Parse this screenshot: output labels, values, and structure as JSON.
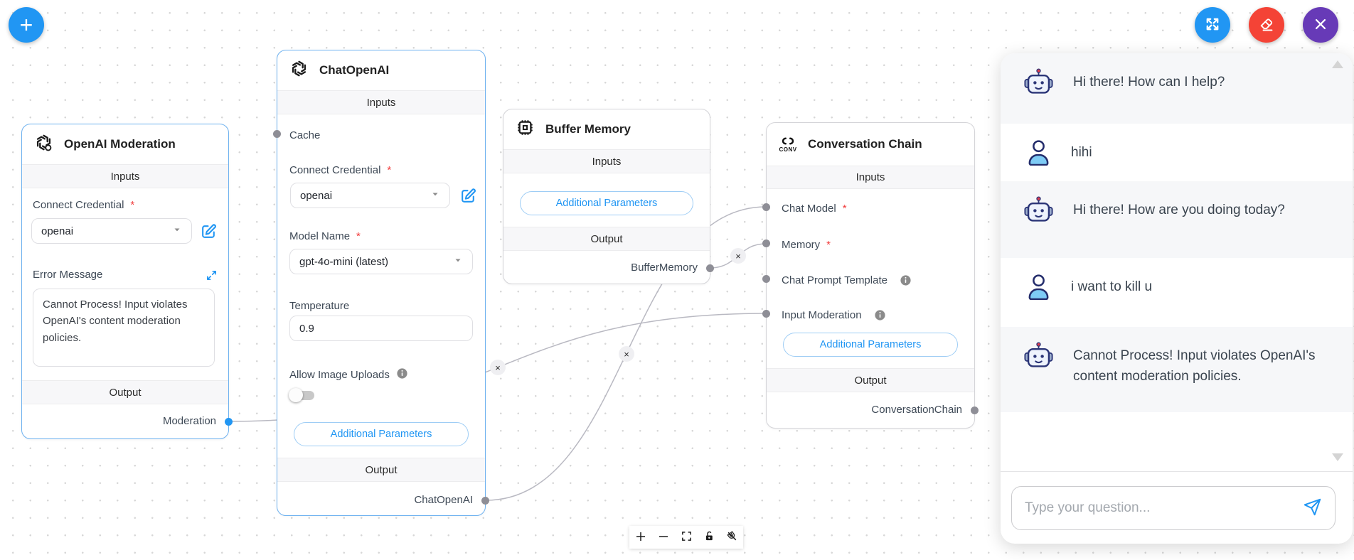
{
  "required_mark": "*",
  "edge_delete_glyph": "×",
  "fab": {
    "add_label": "+"
  },
  "colors": {
    "accent": "#2196f3",
    "clear_button": "#f44336",
    "close_button": "#673ab7",
    "selected_node_border": "#6fb2f0",
    "node_border": "#d4d4d8",
    "edge": "#b9b9c2",
    "bot_row_bg": "#f6f7f9"
  },
  "nodes": {
    "moderation": {
      "title": "OpenAI Moderation",
      "inputs_header": "Inputs",
      "output_header": "Output",
      "connect_credential_label": "Connect Credential",
      "credential_value": "openai",
      "error_message_label": "Error Message",
      "error_message_value": "Cannot Process! Input violates OpenAI's content moderation policies.",
      "output_anchor": "Moderation"
    },
    "chat_openai": {
      "title": "ChatOpenAI",
      "inputs_header": "Inputs",
      "output_header": "Output",
      "cache_label": "Cache",
      "connect_credential_label": "Connect Credential",
      "credential_value": "openai",
      "model_name_label": "Model Name",
      "model_value": "gpt-4o-mini (latest)",
      "temperature_label": "Temperature",
      "temperature_value": "0.9",
      "allow_image_uploads_label": "Allow Image Uploads",
      "allow_image_uploads_enabled": false,
      "additional_parameters_label": "Additional Parameters",
      "output_anchor": "ChatOpenAI"
    },
    "buffer_memory": {
      "title": "Buffer Memory",
      "inputs_header": "Inputs",
      "output_header": "Output",
      "additional_parameters_label": "Additional Parameters",
      "output_anchor": "BufferMemory"
    },
    "conversation_chain": {
      "title": "Conversation Chain",
      "icon_caption": "CONV",
      "inputs_header": "Inputs",
      "output_header": "Output",
      "chat_model_label": "Chat Model",
      "memory_label": "Memory",
      "chat_prompt_template_label": "Chat Prompt Template",
      "input_moderation_label": "Input Moderation",
      "additional_parameters_label": "Additional Parameters",
      "output_anchor": "ConversationChain"
    }
  },
  "chat": {
    "messages": [
      {
        "role": "bot",
        "text": "Hi there! How can I help?"
      },
      {
        "role": "user",
        "text": "hihi"
      },
      {
        "role": "bot",
        "text": "Hi there! How are you doing today?"
      },
      {
        "role": "user",
        "text": "i want to kill u"
      },
      {
        "role": "bot",
        "text": "Cannot Process! Input violates OpenAI's content moderation policies."
      }
    ],
    "input_placeholder": "Type your question..."
  }
}
